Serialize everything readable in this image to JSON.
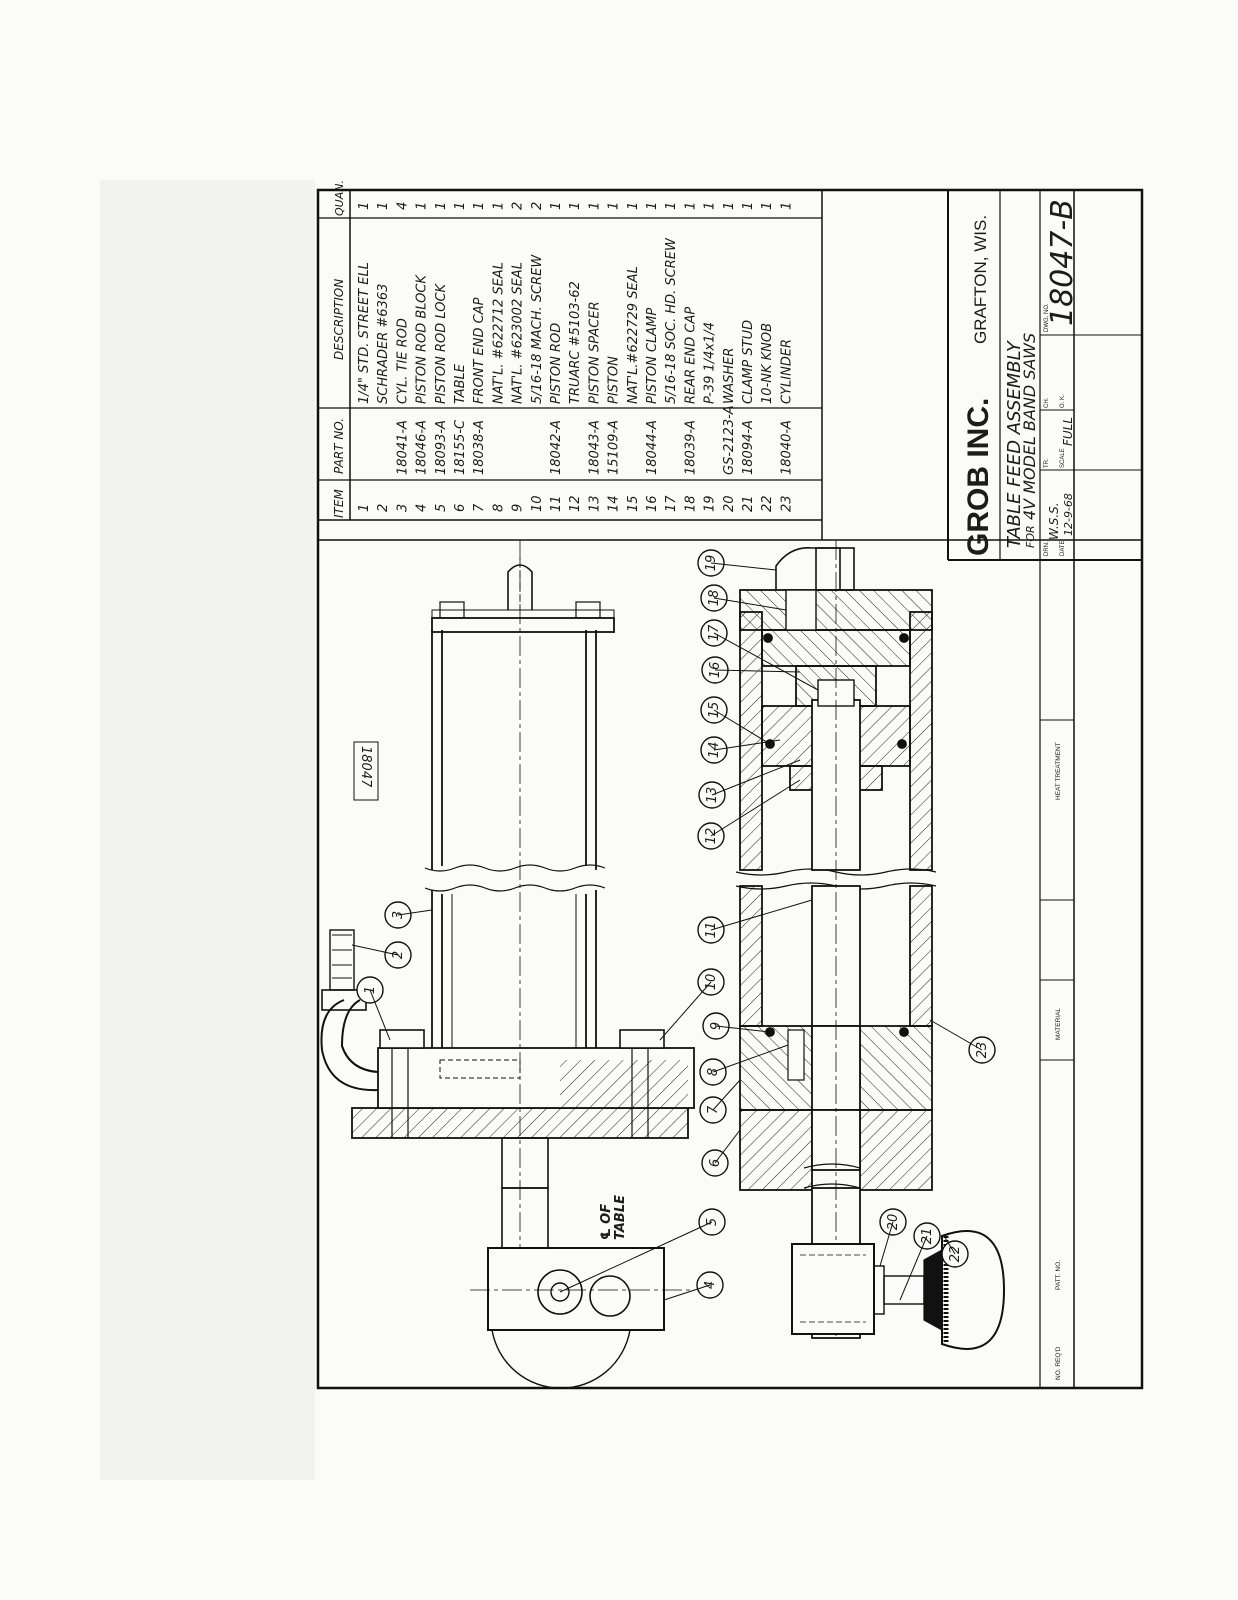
{
  "drawing": {
    "stamp": "18047",
    "section_label_line1": "℄ OF",
    "section_label_line2": "TABLE",
    "balloons": [
      "1",
      "2",
      "3",
      "4",
      "5",
      "6",
      "7",
      "8",
      "9",
      "10",
      "11",
      "12",
      "13",
      "14",
      "15",
      "16",
      "17",
      "18",
      "19",
      "20",
      "21",
      "22",
      "23"
    ]
  },
  "parts_list": {
    "headers": {
      "item": "ITEM",
      "part_no": "PART NO.",
      "description": "DESCRIPTION",
      "quan": "QUAN."
    },
    "rows": [
      {
        "item": "1",
        "part_no": "",
        "description": "1/4\" STD. STREET ELL",
        "quan": "1"
      },
      {
        "item": "2",
        "part_no": "",
        "description": "SCHRADER #6363",
        "quan": "1"
      },
      {
        "item": "3",
        "part_no": "18041-A",
        "description": "CYL. TIE ROD",
        "quan": "4"
      },
      {
        "item": "4",
        "part_no": "18046-A",
        "description": "PISTON ROD BLOCK",
        "quan": "1"
      },
      {
        "item": "5",
        "part_no": "18093-A",
        "description": "PISTON ROD LOCK",
        "quan": "1"
      },
      {
        "item": "6",
        "part_no": "18155-C",
        "description": "TABLE",
        "quan": "1"
      },
      {
        "item": "7",
        "part_no": "18038-A",
        "description": "FRONT END CAP",
        "quan": "1"
      },
      {
        "item": "8",
        "part_no": "",
        "description": "NAT'L. #622712 SEAL",
        "quan": "1"
      },
      {
        "item": "9",
        "part_no": "",
        "description": "NAT'L. #623002 SEAL",
        "quan": "2"
      },
      {
        "item": "10",
        "part_no": "",
        "description": "5/16-18 MACH. SCREW",
        "quan": "2"
      },
      {
        "item": "11",
        "part_no": "18042-A",
        "description": "PISTON ROD",
        "quan": "1"
      },
      {
        "item": "12",
        "part_no": "",
        "description": "TRUARC #5103-62",
        "quan": "1"
      },
      {
        "item": "13",
        "part_no": "18043-A",
        "description": "PISTON SPACER",
        "quan": "1"
      },
      {
        "item": "14",
        "part_no": "15109-A",
        "description": "PISTON",
        "quan": "1"
      },
      {
        "item": "15",
        "part_no": "",
        "description": "NAT'L.#622729 SEAL",
        "quan": "1"
      },
      {
        "item": "16",
        "part_no": "18044-A",
        "description": "PISTON CLAMP",
        "quan": "1"
      },
      {
        "item": "17",
        "part_no": "",
        "description": "5/16-18 SOC. HD. SCREW",
        "quan": "1"
      },
      {
        "item": "18",
        "part_no": "18039-A",
        "description": "REAR END CAP",
        "quan": "1"
      },
      {
        "item": "19",
        "part_no": "",
        "description": "P-39 1/4x1/4",
        "quan": "1"
      },
      {
        "item": "20",
        "part_no": "GS-2123-A",
        "description": "WASHER",
        "quan": "1"
      },
      {
        "item": "21",
        "part_no": "18094-A",
        "description": "CLAMP STUD",
        "quan": "1"
      },
      {
        "item": "22",
        "part_no": "",
        "description": "10-NK KNOB",
        "quan": "1"
      },
      {
        "item": "23",
        "part_no": "18040-A",
        "description": "CYLINDER",
        "quan": "1"
      }
    ]
  },
  "title_block": {
    "company": "GROB INC.",
    "location": "GRAFTON, WIS.",
    "title_line1": "TABLE  FEED  ASSEMBLY",
    "title_line2_prefix": "FOR",
    "title_line2": "4V  MODEL  BAND  SAWS",
    "drn_label": "DRN.",
    "drn_value": "W.S.S.",
    "tr_label": "TR.",
    "ch_label": "CH.",
    "dwg_no_label": "DWG. NO.",
    "dwg_no": "18047-B",
    "date_label": "DATE",
    "date_value": "12-9-68",
    "scale_label": "SCALE",
    "scale_value": "FULL",
    "ok_label": "O. K.",
    "no_reqd": "NO. REQ'D",
    "patt_no": "PATT. NO.",
    "material": "MATERIAL",
    "heat_treatment": "HEAT TREATMENT"
  }
}
